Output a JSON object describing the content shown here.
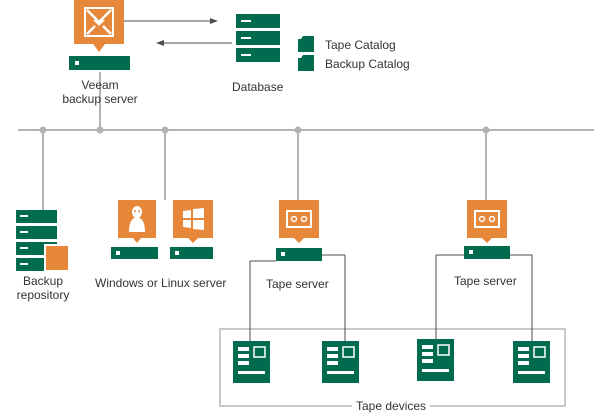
{
  "colors": {
    "orange": "#e6873a",
    "green": "#006b4f",
    "line": "#999999",
    "bus": "#b3b3b3",
    "box": "#c8c8c8",
    "text": "#333333"
  },
  "nodes": {
    "veeam_server": {
      "label_line1": "Veeam",
      "label_line2": "backup server",
      "icon": "veeam-logo-icon"
    },
    "database": {
      "label": "Database",
      "icon": "database-server-icon"
    },
    "catalogs": [
      {
        "label": "Tape Catalog",
        "icon": "folder-icon"
      },
      {
        "label": "Backup Catalog",
        "icon": "folder-icon"
      }
    ],
    "backup_repository": {
      "label_line1": "Backup",
      "label_line2": "repository",
      "icon": "repository-icon"
    },
    "windows_linux_server": {
      "label": "Windows or Linux server",
      "icons": [
        "linux-tux-icon",
        "windows-logo-icon"
      ]
    },
    "tape_server_1": {
      "label": "Tape server",
      "icon": "tape-cassette-icon"
    },
    "tape_server_2": {
      "label": "Tape server",
      "icon": "tape-cassette-icon"
    },
    "tape_devices": {
      "label": "Tape devices",
      "icon": "tape-library-icon",
      "count": 4
    }
  }
}
